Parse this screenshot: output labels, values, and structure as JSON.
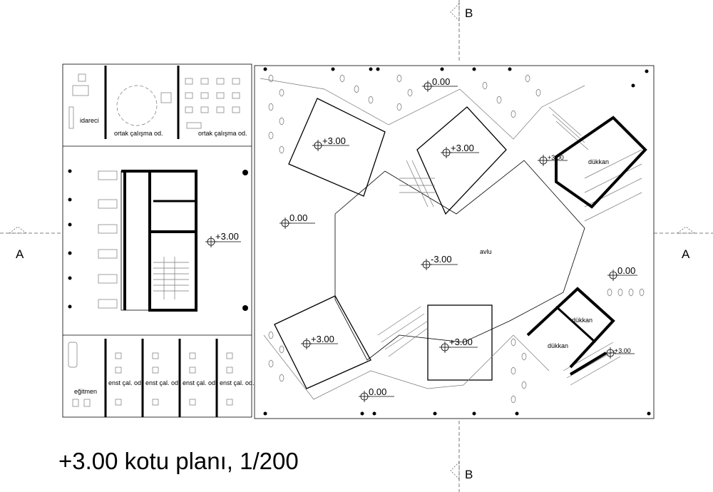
{
  "title": "+3.00 kotu planı, 1/200",
  "section_markers": {
    "a_left": "A",
    "a_right": "A",
    "b_top": "B",
    "b_bottom": "B"
  },
  "rooms": {
    "idareci": "idareci",
    "ortak_1": "ortak çalışma od.",
    "ortak_2": "ortak çalışma od.",
    "egitmen": "eğitmen",
    "enst_1": "enst çal. od.",
    "enst_2": "enst çal. od.",
    "enst_3": "enst çal. od.",
    "enst_4": "enst çal. od.",
    "avlu": "avlu",
    "dukkan_1": "dükkan",
    "dukkan_2": "dükkan",
    "dukkan_3": "dükkan"
  },
  "levels": {
    "block_left": "+3.00",
    "court_top": "0.00",
    "court_left": "0.00",
    "court_right": "0.00",
    "court_bottom": "0.00",
    "court_center": "-3.00",
    "pav_nw": "+3.00",
    "pav_n": "+3.00",
    "pav_sw": "+3.00",
    "pav_s": "+3.00",
    "shop_ne": "+3.00",
    "shop_se": "+3.00"
  },
  "icons": [
    "level-marker-icon",
    "section-arrow-icon",
    "column-dot-icon",
    "tree-icon",
    "stair-icon"
  ]
}
